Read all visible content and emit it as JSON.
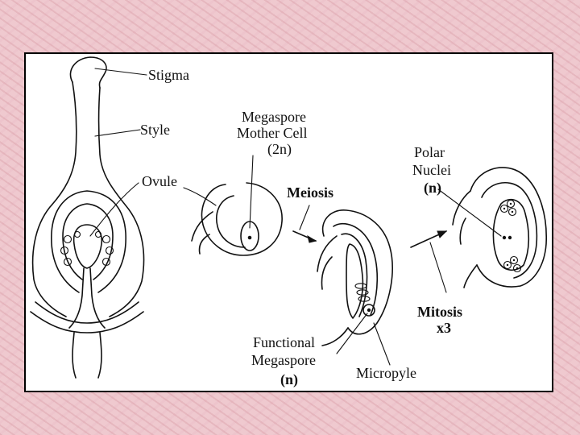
{
  "labels": {
    "stigma": "Stigma",
    "style": "Style",
    "ovule": "Ovule",
    "megaspore_mother_cell_line1": "Megaspore",
    "megaspore_mother_cell_line2": "Mother Cell",
    "megaspore_mother_cell_line3": "(2n)",
    "meiosis": "Meiosis",
    "polar_nuclei_line1": "Polar",
    "polar_nuclei_line2": "Nuclei",
    "polar_nuclei_line3": "(n)",
    "mitosis_line1": "Mitosis",
    "mitosis_line2": "x3",
    "functional_megaspore_line1": "Functional",
    "functional_megaspore_line2": "Megaspore",
    "functional_megaspore_line3": "(n)",
    "micropyle": "Micropyle"
  },
  "colors": {
    "background": "#efc9cf",
    "frame_border": "#000000",
    "ink": "#111111"
  }
}
